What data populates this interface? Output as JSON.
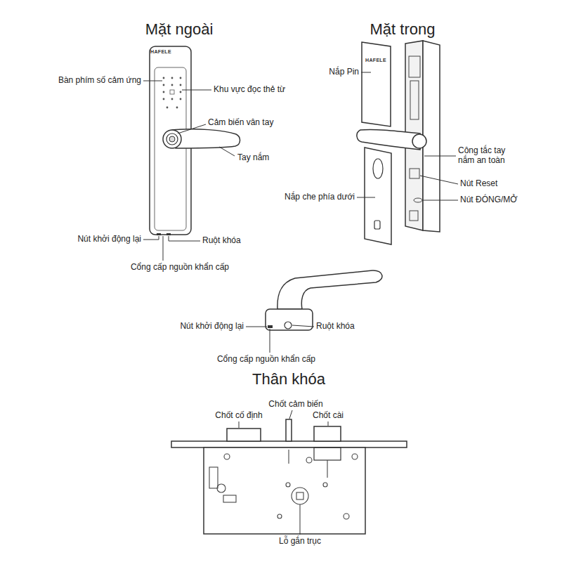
{
  "diagram": {
    "labels": [
      "Mặt ngoài",
      "Mặt trong",
      "HAFELE",
      "Bàn phím số cảm ứng",
      "Khu vực đọc thẻ từ",
      "Cảm biến vân tay",
      "Tay nắm",
      "Nút khởi động lại",
      "Ruột khóa",
      "Cổng cấp nguồn khẩn cấp",
      "Nắp Pin",
      "HAFELE",
      "Công tắc tay nắm an toàn",
      "Nút Reset",
      "Nút ĐÓNG/MỞ",
      "Nắp che phía dưới",
      "Nút khởi động lại",
      "Ruột khóa",
      "Cổng cấp nguồn khẩn cấp",
      "Thân khóa",
      "Chốt cố định",
      "Chốt cảm biến",
      "Chốt cài",
      "Lỗ gắn trục"
    ]
  }
}
